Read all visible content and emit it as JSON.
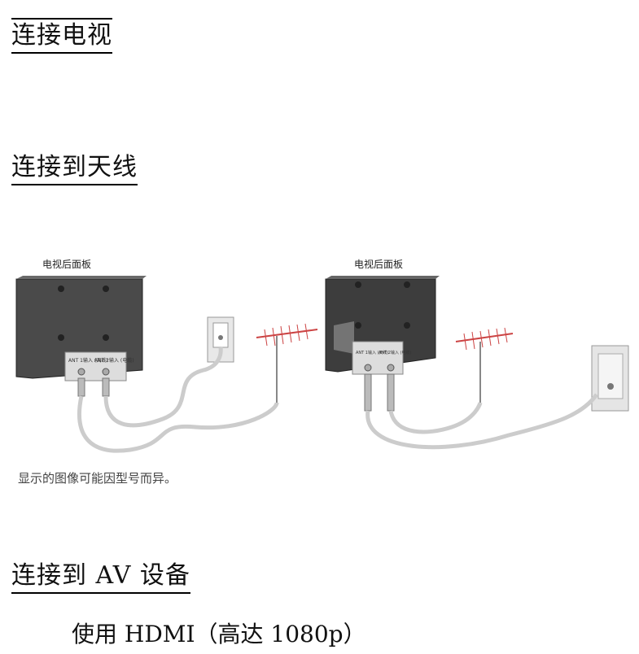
{
  "headings": {
    "connect_tv": "连接电视",
    "connect_antenna": "连接到天线",
    "connect_av": "连接到 AV 设备"
  },
  "subheading": "使用 HDMI（高达 1080p）",
  "figures": {
    "left_caption": "电视后面板",
    "right_caption": "电视后面板",
    "left_panel_labels": [
      "ANT 1输入 (天线)",
      "ANT 2输入 (电缆)"
    ],
    "right_panel_labels": [
      "ANT 1输入 (天线)",
      "ANT 2输入 (电缆)"
    ]
  },
  "note": "显示的图像可能因型号而异。"
}
